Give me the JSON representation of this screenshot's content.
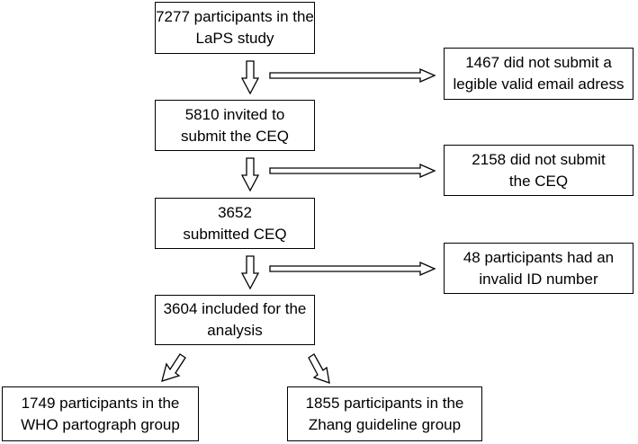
{
  "flowchart": {
    "main_boxes": [
      {
        "id": "participants",
        "text": "7277 participants in the\nLaPS study"
      },
      {
        "id": "invited",
        "text": "5810 invited to\nsubmit the CEQ"
      },
      {
        "id": "submitted",
        "text": "3652\nsubmitted CEQ"
      },
      {
        "id": "included",
        "text": "3604 included for the\nanalysis"
      }
    ],
    "exclusion_boxes": [
      {
        "id": "no-email",
        "text": "1467 did not submit a\nlegible valid email adress"
      },
      {
        "id": "no-ceq",
        "text": "2158 did not submit\nthe CEQ"
      },
      {
        "id": "invalid-id",
        "text": "48 participants had an\ninvalid ID number"
      }
    ],
    "group_boxes": [
      {
        "id": "who-group",
        "text": "1749 participants in the\nWHO partograph group"
      },
      {
        "id": "zhang-group",
        "text": "1855 participants in the\nZhang guideline group"
      }
    ]
  },
  "colors": {
    "border": "#000000",
    "background": "#ffffff",
    "text": "#000000"
  }
}
